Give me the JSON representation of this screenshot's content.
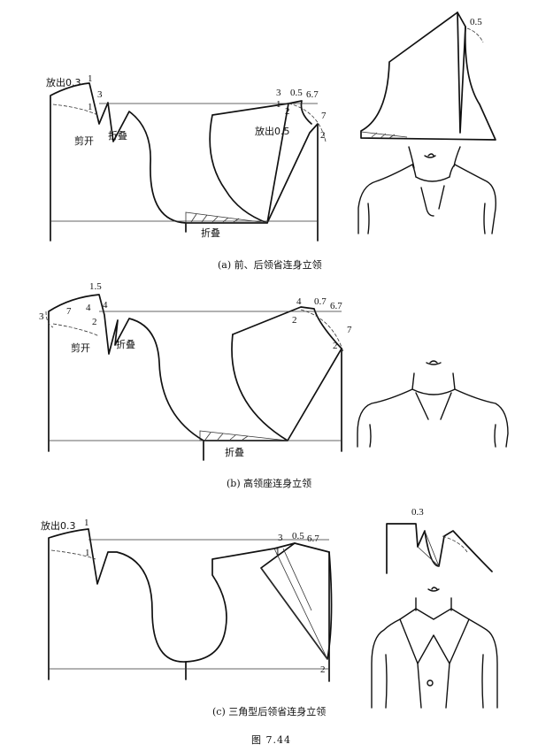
{
  "panels": [
    {
      "id": "a",
      "caption": "(a) 前、后领省连身立领",
      "labels": {
        "ease": "放出0.3",
        "cut": "剪开",
        "fold": "折叠",
        "fold_bottom": "折叠",
        "ease_front": "放出0.5"
      },
      "measures": {
        "back_rise": "1",
        "back_side": "3",
        "back_inner": "1",
        "front_3": "3",
        "front_05": "0.5",
        "front_67": "6.7",
        "front_1": "1",
        "front_2a": "2",
        "front_7": "7",
        "front_2b": "2",
        "inset_05": "0.5"
      }
    },
    {
      "id": "b",
      "caption": "(b) 高领座连身立领",
      "labels": {
        "cut": "剪开",
        "fold": "折叠",
        "fold_bottom": "折叠"
      },
      "measures": {
        "top_15": "1.5",
        "left_3": "3",
        "back_7": "7",
        "back_4a": "4",
        "back_4b": "4",
        "back_2": "2",
        "front_4": "4",
        "front_07": "0.7",
        "front_67": "6.7",
        "front_2a": "2",
        "front_7": "7",
        "front_2b": "2"
      }
    },
    {
      "id": "c",
      "caption": "(c) 三角型后领省连身立领",
      "labels": {
        "ease": "放出0.3"
      },
      "measures": {
        "back_1a": "1",
        "back_1b": "1",
        "front_3": "3",
        "front_05": "0.5",
        "front_67": "6.7",
        "front_1": "1",
        "front_2": "2",
        "inset_03": "0.3"
      }
    }
  ],
  "figure_number": "图 7.44"
}
